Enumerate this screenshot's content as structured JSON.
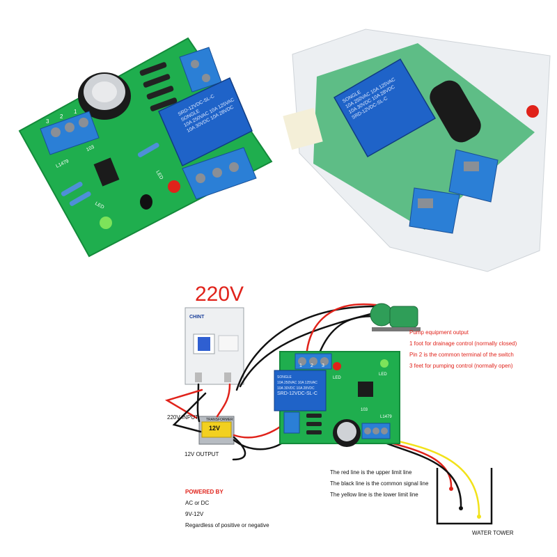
{
  "colors": {
    "pcb_green": "#1fae4e",
    "relay_blue": "#1f63c8",
    "terminal_blue": "#2b7fd6",
    "wire_red": "#e0221a",
    "wire_black": "#111111",
    "wire_yellow": "#f2e21a",
    "label_red": "#e0221a"
  },
  "photo_left": {
    "relay_lines": [
      "SRD-12VDC-SL-C",
      "SONGLE",
      "10A 250VAC 10A 125VAC",
      "10A 30VDC 10A 28VDC"
    ],
    "silk_labels": [
      "LED",
      "LED",
      "103",
      "L1479"
    ],
    "terminal_numbers": [
      "3",
      "2",
      "1"
    ]
  },
  "photo_right": {
    "relay_lines": [
      "SONGLE",
      "10A 250VAC 10A 125VAC",
      "10A 30VDC 10A 28VDC",
      "SRD-12VDC-SL-C"
    ]
  },
  "diagram": {
    "voltage_title": "220V",
    "breaker_brand": "CHINT",
    "transformer_label": "TRANSFORMER",
    "transformer_voltage": "12V",
    "input_label": "220V INPUT",
    "output_label": "12V OUTPUT",
    "board_relay": [
      "SONGLE",
      "10A 250VAC 10A 125VAC",
      "10A 30VDC 10A 28VDC",
      "SRD-12VDC-SL-C"
    ],
    "board_silk": [
      "LED",
      "LED",
      "103",
      "L1479"
    ],
    "terminal_numbers": [
      "1",
      "2",
      "3"
    ],
    "pump_notes": {
      "title": "Pump equipment output",
      "line1": "1 foot for drainage control (normally closed)",
      "line2": "Pin 2 is the common terminal of the switch",
      "line3": "3 feet for pumping control (normally open)"
    },
    "powered_by": {
      "title": "POWERED BY",
      "line1": "AC or DC",
      "line2": "9V-12V",
      "line3": "Regardless of positive or negative"
    },
    "lines_legend": {
      "red": "The red line is the upper limit line",
      "black": "The black line is the common signal line",
      "yellow": "The yellow line is the lower limit line"
    },
    "tower_label": "WATER TOWER"
  }
}
